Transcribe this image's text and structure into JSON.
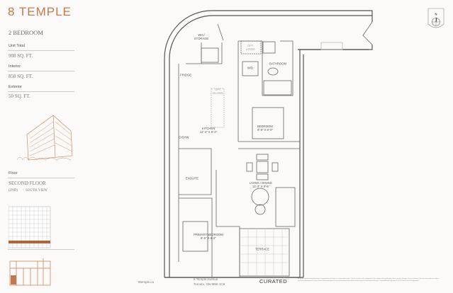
{
  "brand": "8 TEMPLE",
  "unit": {
    "type": "2 BEDROOM",
    "stats": [
      {
        "label": "Unit Total",
        "value": "908 SQ. FT."
      },
      {
        "label": "Interior",
        "value": "858 SQ. FT."
      },
      {
        "label": "Exterior",
        "value": "50 SQ. FT."
      }
    ],
    "floor_label": "Floor",
    "floor_value": "SECOND FLOOR",
    "floor_code": "(2ND)",
    "view": "SOUTH VIEW"
  },
  "plan": {
    "rooms": {
      "wic": "WIC/\nSTORAGE",
      "linen": "OPT\nLINEN",
      "bathroom": "BATHROOM",
      "wd": "W/D",
      "fridge": "FRIDGE",
      "island": "OPT\nISLAND",
      "kitchen": "KITCHEN\n12'-4\" X 9'-2\"",
      "bedroom": "BEDROOM\n8'-9\" X 8'-0\"",
      "dishw": "DISHW.",
      "ensuite": "ENSUITE",
      "living": "LIVING / DINING\n12'-3\" X 9'-5\"",
      "primary": "PRIMARY BEDROOM\n8'-5\" X 9'-2\"",
      "terrace": "TERRACE"
    },
    "compass_label": "N"
  },
  "footer": {
    "website": "8temple.ca",
    "address_line1": "8 Temple Avenue",
    "address_line2": "Toronto, ON M6K 1C8",
    "developer": "CURATED",
    "disclaimer": "All details and stated room dimensions are approximate and subject to change without notice. The size, location and/or configuration of the windows and operable glass doors may vary. Changes, errors or omissions. Floor area measured in accordance with Tarion requirements. Furniture, kitchen islands and appliances are representational only and do not form any part of any contract document. Ceiling bulkheads and drops. E. & O.E. Please refer to the agreement."
  },
  "colors": {
    "brand": "#c07a4f",
    "wall": "#555555"
  }
}
